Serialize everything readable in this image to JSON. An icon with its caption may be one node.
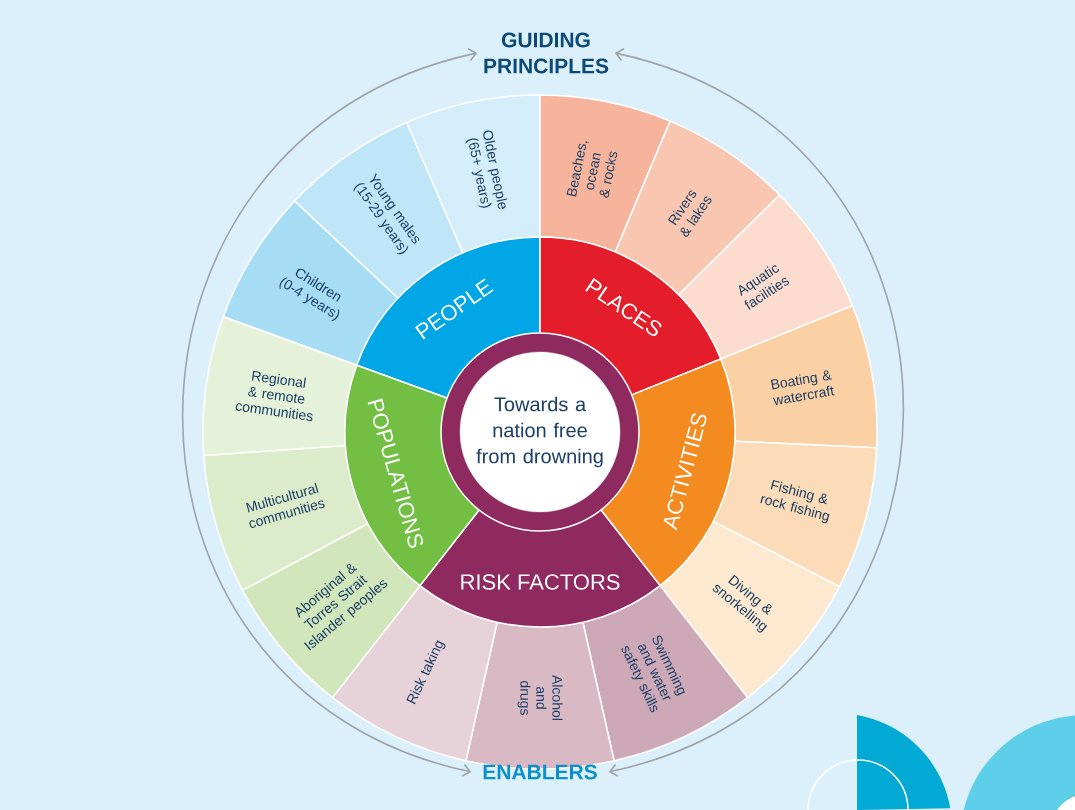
{
  "diagram": {
    "nodes": [
      {
        "text": [
          "GUIDING PRINCIPLES"
        ]
      },
      {
        "text": [
          "Towards a nation free from drowning"
        ]
      },
      {
        "text": [
          "PEOPLE"
        ]
      },
      {
        "text": [
          "PLACES"
        ]
      },
      {
        "text": [
          "ACTIVITIES"
        ]
      },
      {
        "text": [
          "RISK FACTORS"
        ]
      },
      {
        "text": [
          "POPULATIONS"
        ]
      },
      {
        "text": [
          "Children (0-4 years)"
        ]
      },
      {
        "text": [
          "Young males (15-29 years)"
        ]
      },
      {
        "text": [
          "Older people (65+ years)"
        ]
      },
      {
        "text": [
          "Beaches, ocean & rocks"
        ]
      },
      {
        "text": [
          "Rivers & lakes"
        ]
      },
      {
        "text": [
          "Aquatic facilities"
        ]
      },
      {
        "text": [
          "Boating & watercraft"
        ]
      },
      {
        "text": [
          "Fishing & rock fishing"
        ]
      },
      {
        "text": [
          "Diving & snorkelling"
        ]
      },
      {
        "text": [
          "Swimming and water safety skills"
        ]
      },
      {
        "text": [
          "Alcohol and drugs"
        ]
      },
      {
        "text": [
          "Risk taking"
        ]
      },
      {
        "text": [
          "Aboriginal & Torres Strait Islander peoples"
        ]
      },
      {
        "text": [
          "Multicultural communities"
        ]
      },
      {
        "text": [
          "Regional & remote communities"
        ]
      },
      {
        "text": [
          "ENABLERS"
        ]
      }
    ],
    "edges": [
      {
        "from": 0,
        "to": 22,
        "arrow": "both"
      },
      {
        "from": 0,
        "to": 22,
        "arrow": "both"
      }
    ]
  }
}
